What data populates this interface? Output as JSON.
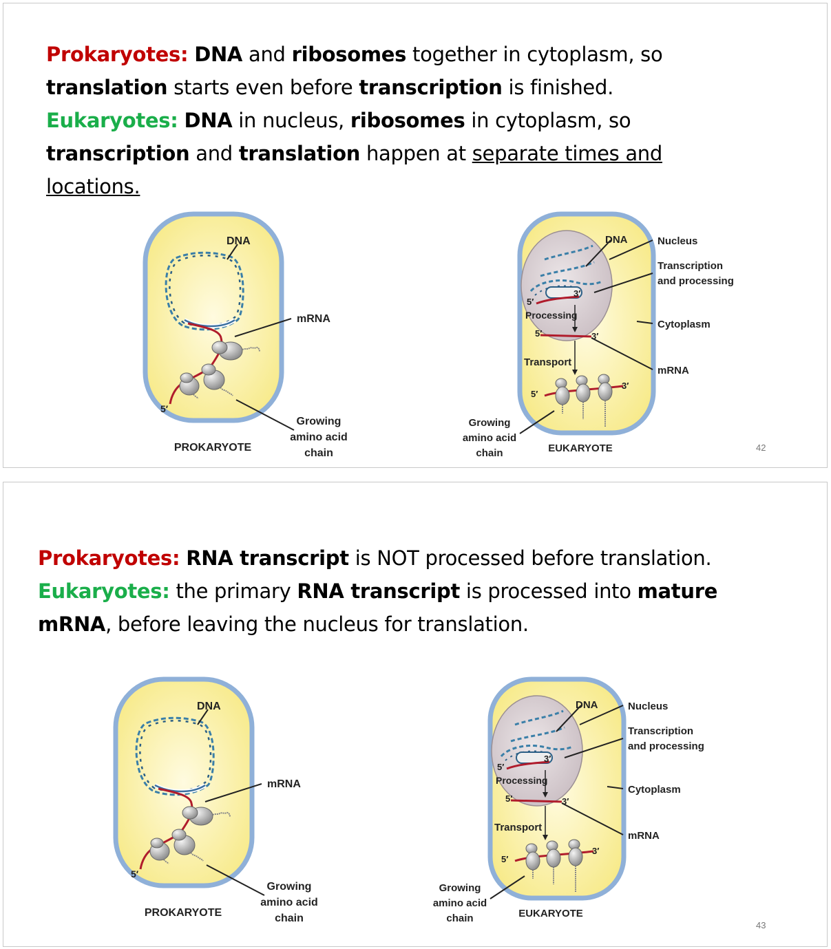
{
  "colors": {
    "prokaryote_label": "#c00000",
    "eukaryote_label": "#1aae4a",
    "cell_fill": "#fbf3a6",
    "cell_border": "#8fb0d8",
    "nucleus_fill": "#d9cfd3",
    "dna_strand": "#3a7fa8",
    "mrna": "#b01c2c",
    "ribosome": "#b8b8b8"
  },
  "slide1": {
    "text": {
      "prok_label": "Prokaryotes:",
      "dna": "DNA",
      "and": " and ",
      "ribosomes": "ribosomes",
      "together": " together in cytoplasm, so",
      "translation": "translation",
      "starts": " starts even before ",
      "transcription": "transcription",
      "finished": " is finished.",
      "euk_label": "Eukaryotes:",
      "dna2": "DNA",
      "in_nucleus": " in nucleus, ",
      "ribosomes2": "ribosomes",
      "in_cyto": " in cytoplasm, so",
      "transcription2": "transcription",
      "and2": " and ",
      "translation2": "translation",
      "happen": " happen at ",
      "separate": "separate times and",
      "locations": "locations."
    },
    "page_number": "42"
  },
  "slide2": {
    "text": {
      "prok_label": "Prokaryotes:",
      "rna_transcript": "RNA transcript",
      "not_processed": " is NOT processed before translation.",
      "euk_label": "Eukaryotes:",
      "the_primary": " the primary ",
      "rna_transcript2": "RNA transcript",
      "processed_into": " is processed into ",
      "mature": "mature",
      "mrna": "mRNA",
      "before_leaving": ", before leaving the nucleus for translation."
    },
    "page_number": "43"
  },
  "figure": {
    "prokaryote": {
      "dna": "DNA",
      "mrna": "mRNA",
      "five_prime": "5′",
      "growing_1": "Growing",
      "growing_2": "amino acid",
      "growing_3": "chain",
      "title": "PROKARYOTE"
    },
    "eukaryote": {
      "dna": "DNA",
      "nucleus": "Nucleus",
      "transcription_1": "Transcription",
      "transcription_2": "and processing",
      "five_prime_a": "5′",
      "three_prime_a": "3′",
      "processing": "Processing",
      "five_prime_b": "5′",
      "three_prime_b": "3′",
      "cytoplasm": "Cytoplasm",
      "transport": "Transport",
      "mrna": "mRNA",
      "five_prime_c": "5′",
      "three_prime_c": "3′",
      "growing_1": "Growing",
      "growing_2": "amino acid",
      "growing_3": "chain",
      "title": "EUKARYOTE"
    }
  }
}
